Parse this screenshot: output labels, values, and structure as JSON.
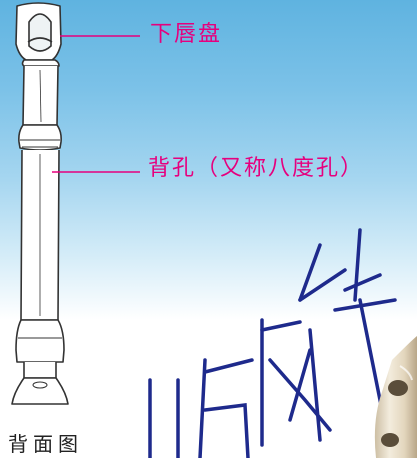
{
  "labels": {
    "lip_plate": "下唇盘",
    "back_hole": "背孔（又称八度孔）"
  },
  "caption": "背面图",
  "colors": {
    "label": "#e6007e",
    "leader": "#e6007e",
    "outline": "#333333",
    "watermark": "#1e2a8c",
    "sky_top": "#5fb3e0"
  }
}
